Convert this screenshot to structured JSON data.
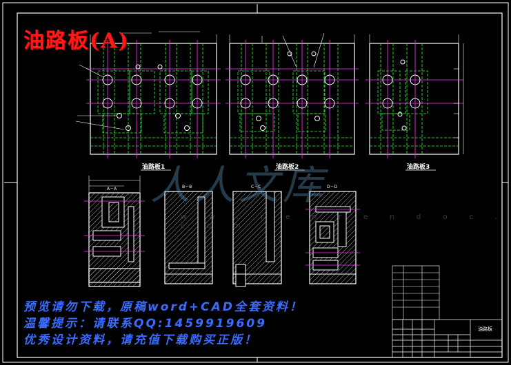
{
  "stamp_title": "油路板(A)",
  "view_labels": {
    "plate1": "油路板1",
    "plate2": "油路板2",
    "plate3": "油路板3",
    "section_aa": "A－A",
    "section_bb": "B－B",
    "section_cc": "C－C",
    "section_dd": "D－D"
  },
  "promo": {
    "line1": "预览请勿下载，原稿word+CAD全套资料！",
    "line2": "温馨提示：请联系QQ:1459919609",
    "line3": "优秀设计资料，请充值下载购买正版！"
  },
  "watermark": {
    "text": "人人文库",
    "url": "w w . r e n r e n d o c . c o m"
  },
  "title_block": {
    "name": "油路板"
  },
  "colors": {
    "background": "#000000",
    "outline": "#ffffff",
    "center_line": "#ff33ff",
    "hidden_line": "#33ff33",
    "stamp": "#ff1a1a",
    "promo_text": "#3b6cff"
  }
}
